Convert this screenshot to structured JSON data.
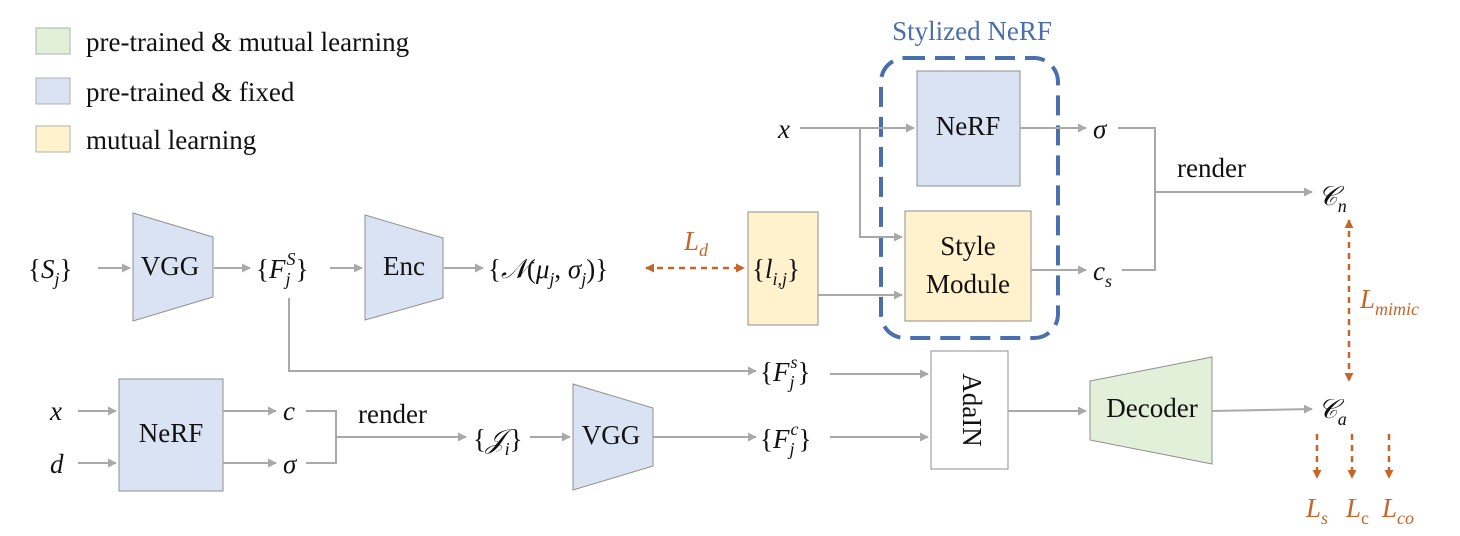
{
  "legend": [
    {
      "label": "pre-trained & mutual learning",
      "color": "#e2f0d9"
    },
    {
      "label": "pre-trained & fixed",
      "color": "#dae3f3"
    },
    {
      "label": "mutual learning",
      "color": "#fff2cc"
    }
  ],
  "colors": {
    "green_fill": "#e2f0d9",
    "blue_fill": "#dae3f3",
    "yellow_fill": "#fff2cc",
    "arrow_gray": "#a9a9a9",
    "loss_orange": "#c5652a",
    "dash_blue": "#4a6fad"
  },
  "group": {
    "title": "Stylized NeRF"
  },
  "blocks": {
    "vgg_top": "VGG",
    "enc": "Enc",
    "nerf_top": "NeRF",
    "style_module_line1": "Style",
    "style_module_line2": "Module",
    "nerf_bottom": "NeRF",
    "vgg_bottom": "VGG",
    "adain": "AdaIN",
    "decoder": "Decoder"
  },
  "labels": {
    "render_top": "render",
    "render_bottom": "render"
  },
  "losses": {
    "Ld": "L_d",
    "Lmimic": "L_mimic",
    "Ls": "L_s",
    "Lc": "L_c",
    "Lco": "L_co"
  }
}
